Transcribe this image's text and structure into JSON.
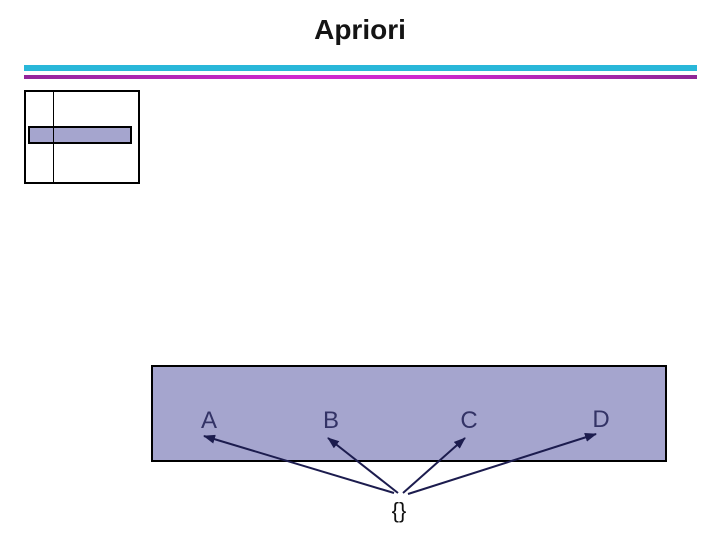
{
  "slide": {
    "title": "Apriori"
  },
  "divider": {
    "cyan_color": "#29B7D9",
    "magenta_color": "#CE29CE",
    "magenta_edge_color": "#8E2696"
  },
  "mini_table": {
    "fill_color": "#A5A5CE",
    "highlight_row_color": "#A5A5CE"
  },
  "lattice": {
    "box_fill_color": "#A5A5CE",
    "label_color": "#333366",
    "arrow_color": "#1C1C4E",
    "items": [
      {
        "label": "A"
      },
      {
        "label": "B"
      },
      {
        "label": "C"
      },
      {
        "label": "D"
      }
    ],
    "root_label": "{}"
  }
}
